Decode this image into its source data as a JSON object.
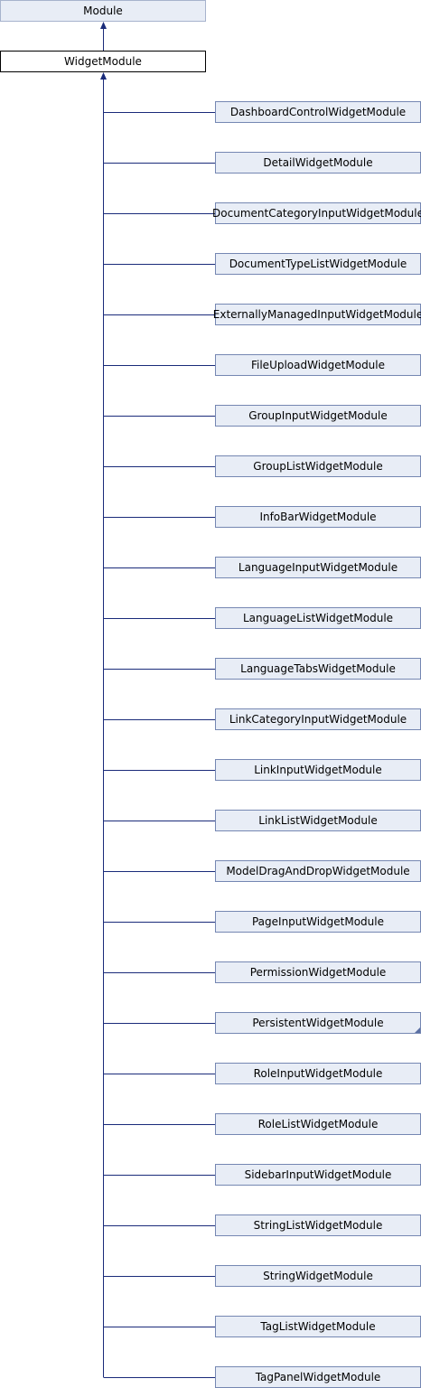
{
  "diagram": {
    "base_class": "Module",
    "current_class": "WidgetModule",
    "derived_classes": [
      {
        "name": "DashboardControlWidgetModule"
      },
      {
        "name": "DetailWidgetModule"
      },
      {
        "name": "DocumentCategoryInputWidgetModule"
      },
      {
        "name": "DocumentTypeListWidgetModule"
      },
      {
        "name": "ExternallyManagedInputWidgetModule"
      },
      {
        "name": "FileUploadWidgetModule"
      },
      {
        "name": "GroupInputWidgetModule"
      },
      {
        "name": "GroupListWidgetModule"
      },
      {
        "name": "InfoBarWidgetModule"
      },
      {
        "name": "LanguageInputWidgetModule"
      },
      {
        "name": "LanguageListWidgetModule"
      },
      {
        "name": "LanguageTabsWidgetModule"
      },
      {
        "name": "LinkCategoryInputWidgetModule"
      },
      {
        "name": "LinkInputWidgetModule"
      },
      {
        "name": "LinkListWidgetModule"
      },
      {
        "name": "ModelDragAndDropWidgetModule"
      },
      {
        "name": "PageInputWidgetModule"
      },
      {
        "name": "PermissionWidgetModule"
      },
      {
        "name": "PersistentWidgetModule",
        "has_more": true
      },
      {
        "name": "RoleInputWidgetModule"
      },
      {
        "name": "RoleListWidgetModule"
      },
      {
        "name": "SidebarInputWidgetModule"
      },
      {
        "name": "StringListWidgetModule"
      },
      {
        "name": "StringWidgetModule"
      },
      {
        "name": "TagListWidgetModule"
      },
      {
        "name": "TagPanelWidgetModule"
      }
    ],
    "colors": {
      "edge": "#1a2b7a",
      "node_fill": "#e8edf6",
      "node_border": "#7587b2"
    }
  }
}
